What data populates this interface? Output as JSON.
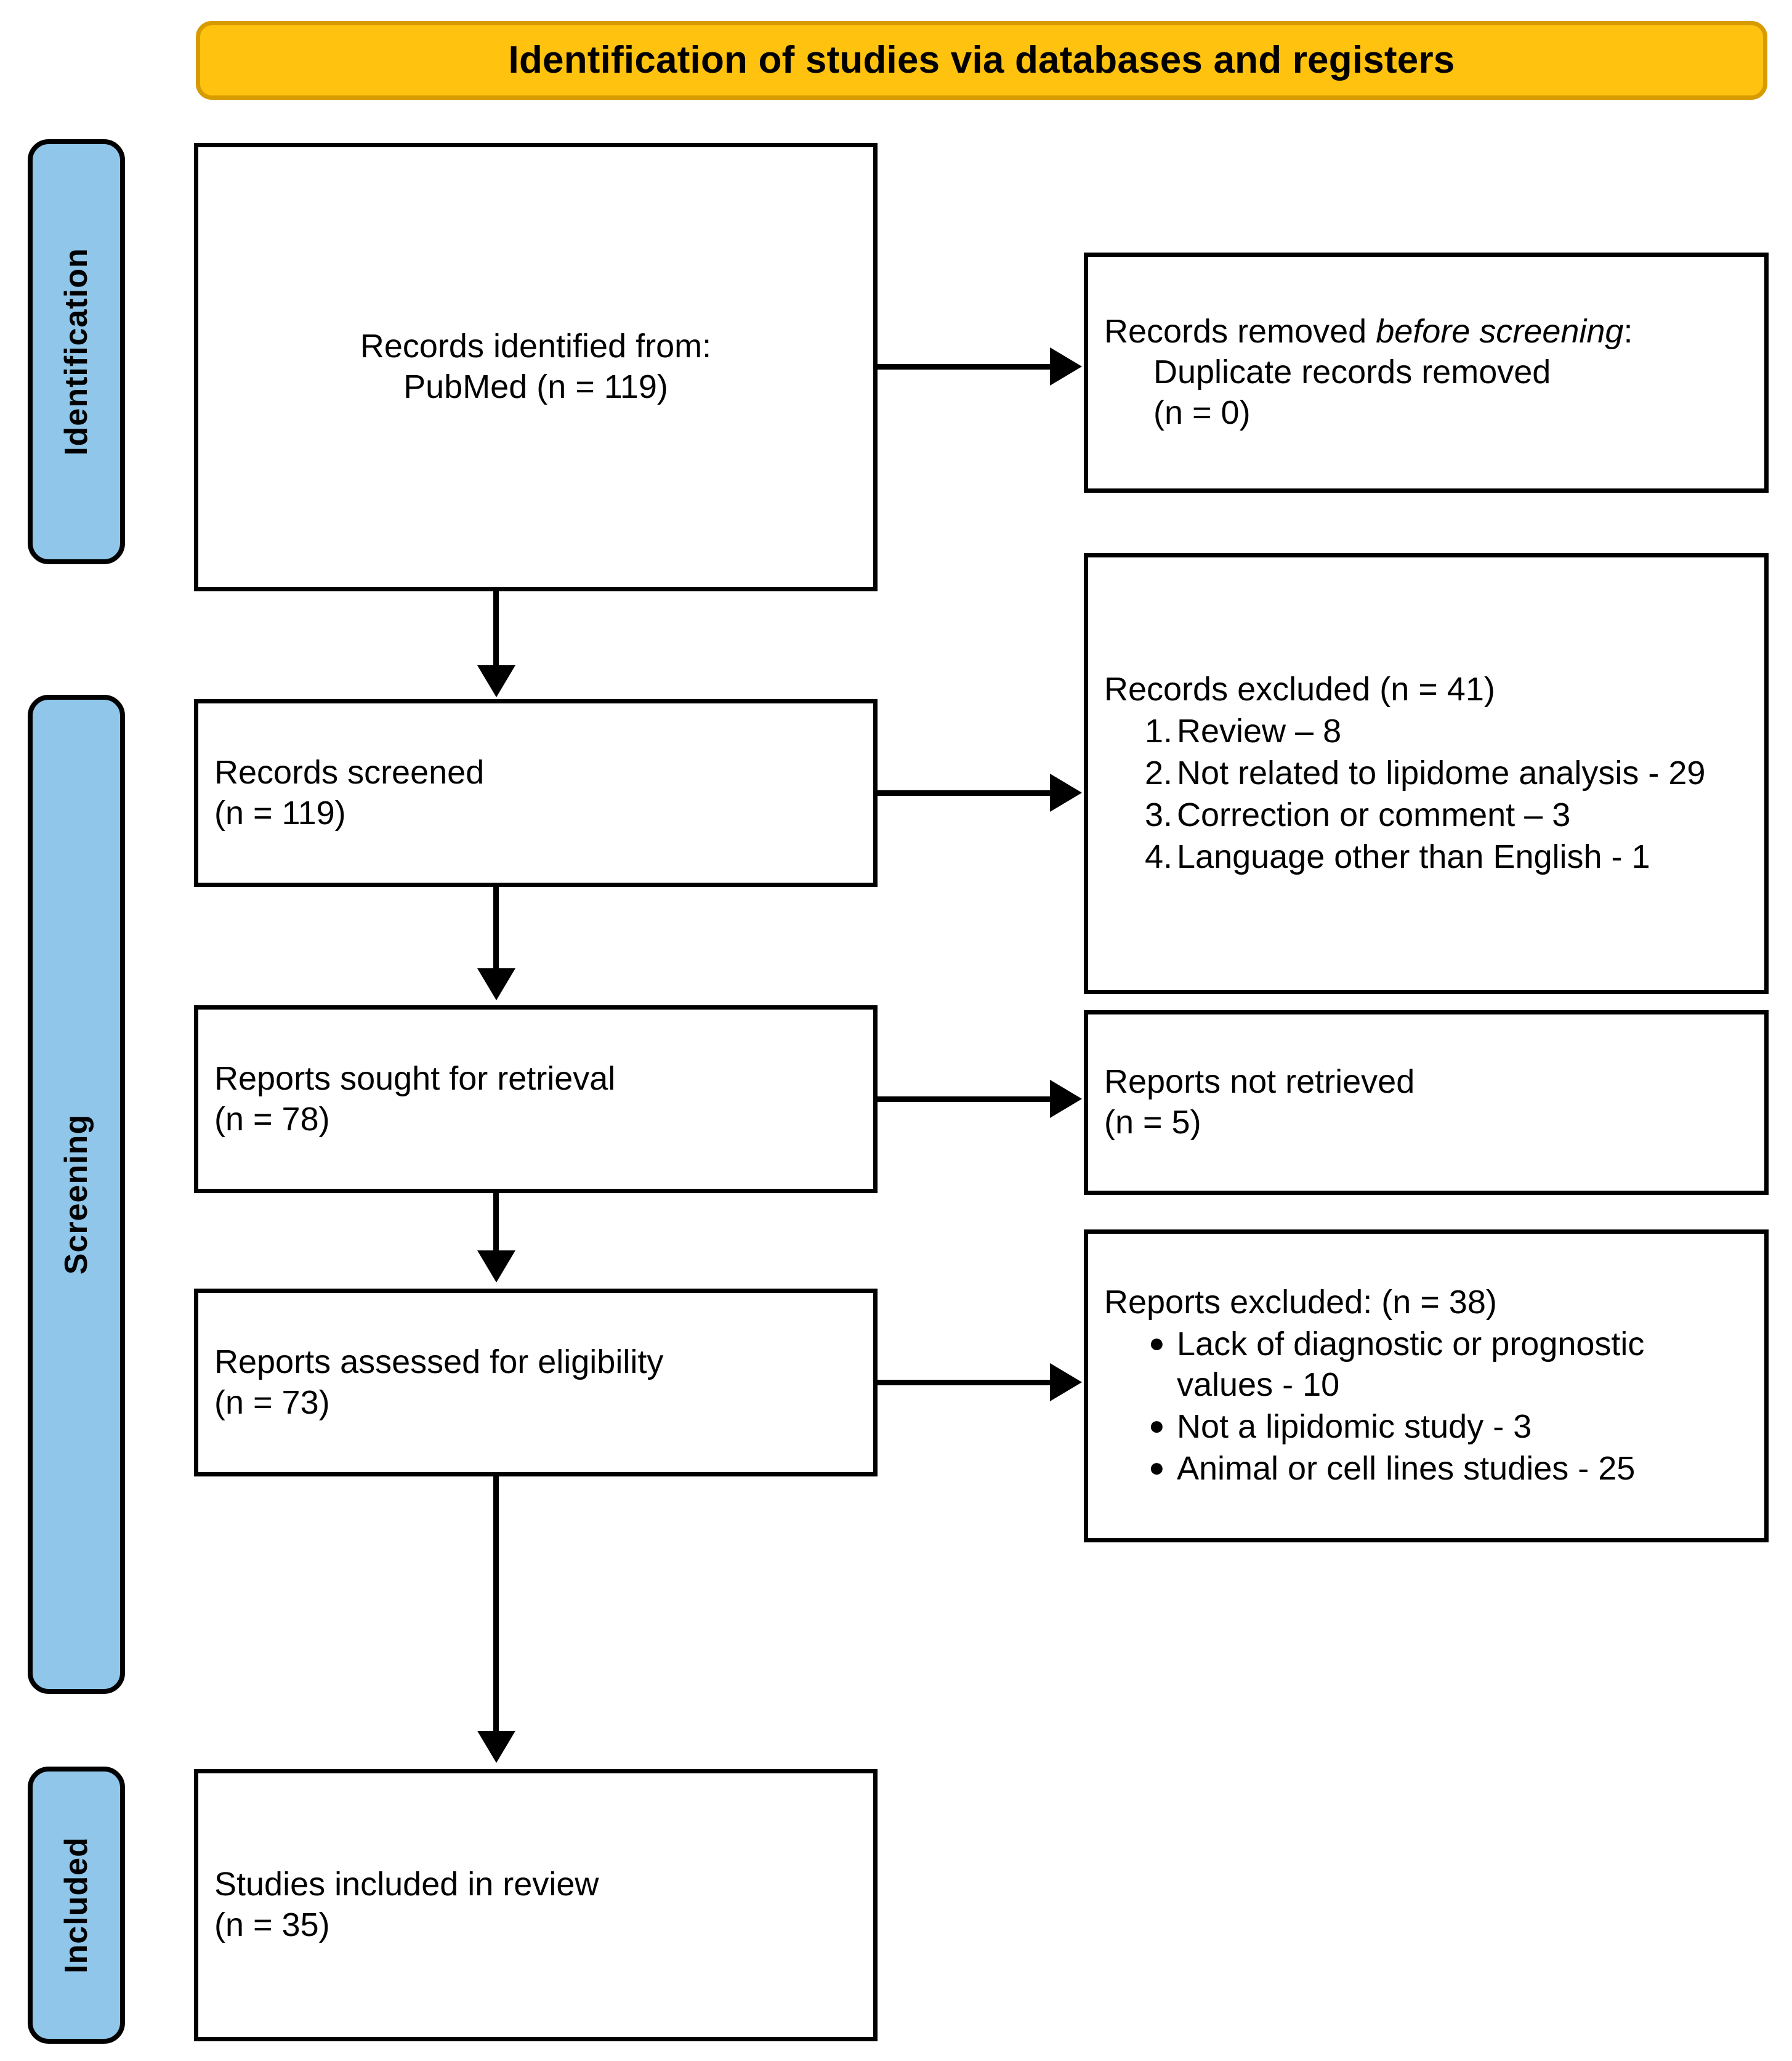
{
  "title": {
    "text": "Identification of studies via databases and registers",
    "background_color": "#FFC20E",
    "border_color": "#D79B00"
  },
  "stages": {
    "color": "#8FC6E9",
    "items": [
      {
        "key": "identification",
        "label": "Identification"
      },
      {
        "key": "screening",
        "label": "Screening"
      },
      {
        "key": "included",
        "label": "Included"
      }
    ]
  },
  "flow": {
    "identified": {
      "line1": "Records identified from:",
      "line2": "PubMed (n = 119)"
    },
    "screened": {
      "line1": "Records screened",
      "line2": "(n = 119)"
    },
    "sought": {
      "line1": "Reports sought for retrieval",
      "line2": "(n = 78)"
    },
    "assessed": {
      "line1": "Reports assessed for eligibility",
      "line2": "(n = 73)"
    },
    "included": {
      "line1": "Studies included in review",
      "line2": "(n = 35)"
    }
  },
  "exclusions": {
    "removed_before_screening": {
      "heading_pre": "Records removed ",
      "heading_italic": "before screening",
      "heading_post": ":",
      "line1": "Duplicate records removed",
      "line2": "(n = 0)"
    },
    "records_excluded": {
      "heading": "Records excluded (n = 41)",
      "items": [
        {
          "marker": "1.",
          "text": "Review – 8"
        },
        {
          "marker": "2.",
          "text": "Not related to lipidome analysis - 29"
        },
        {
          "marker": "3.",
          "text": "Correction or comment – 3"
        },
        {
          "marker": "4.",
          "text": "Language other than English - 1"
        }
      ]
    },
    "reports_not_retrieved": {
      "line1": "Reports not retrieved",
      "line2": "(n = 5)"
    },
    "reports_excluded": {
      "heading": "Reports excluded: (n = 38)",
      "items": [
        {
          "marker": "●",
          "text": "Lack of diagnostic or prognostic values - 10"
        },
        {
          "marker": "●",
          "text": "Not a lipidomic study - 3"
        },
        {
          "marker": "●",
          "text": "Animal or cell lines studies - 25"
        }
      ]
    }
  },
  "chart_data": {
    "type": "diagram",
    "title": "Identification of studies via databases and registers",
    "nodes": [
      {
        "id": "identified",
        "stage": "Identification",
        "label": "Records identified from: PubMed",
        "n": 119
      },
      {
        "id": "removed",
        "stage": "Identification",
        "label": "Duplicate records removed",
        "n": 0
      },
      {
        "id": "screened",
        "stage": "Screening",
        "label": "Records screened",
        "n": 119
      },
      {
        "id": "records_excluded",
        "stage": "Screening",
        "label": "Records excluded",
        "n": 41
      },
      {
        "id": "sought",
        "stage": "Screening",
        "label": "Reports sought for retrieval",
        "n": 78
      },
      {
        "id": "not_retrieved",
        "stage": "Screening",
        "label": "Reports not retrieved",
        "n": 5
      },
      {
        "id": "assessed",
        "stage": "Screening",
        "label": "Reports assessed for eligibility",
        "n": 73
      },
      {
        "id": "reports_excluded",
        "stage": "Screening",
        "label": "Reports excluded",
        "n": 38
      },
      {
        "id": "included",
        "stage": "Included",
        "label": "Studies included in review",
        "n": 35
      }
    ],
    "edges": [
      {
        "from": "identified",
        "to": "removed"
      },
      {
        "from": "identified",
        "to": "screened"
      },
      {
        "from": "screened",
        "to": "records_excluded"
      },
      {
        "from": "screened",
        "to": "sought"
      },
      {
        "from": "sought",
        "to": "not_retrieved"
      },
      {
        "from": "sought",
        "to": "assessed"
      },
      {
        "from": "assessed",
        "to": "reports_excluded"
      },
      {
        "from": "assessed",
        "to": "included"
      }
    ],
    "exclusion_breakdown": {
      "records_excluded_41": [
        {
          "reason": "Review",
          "count": 8
        },
        {
          "reason": "Not related to lipidome analysis",
          "count": 29
        },
        {
          "reason": "Correction or comment",
          "count": 3
        },
        {
          "reason": "Language other than English",
          "count": 1
        }
      ],
      "reports_excluded_38": [
        {
          "reason": "Lack of diagnostic or prognostic values",
          "count": 10
        },
        {
          "reason": "Not a lipidomic study",
          "count": 3
        },
        {
          "reason": "Animal or cell lines studies",
          "count": 25
        }
      ]
    }
  }
}
